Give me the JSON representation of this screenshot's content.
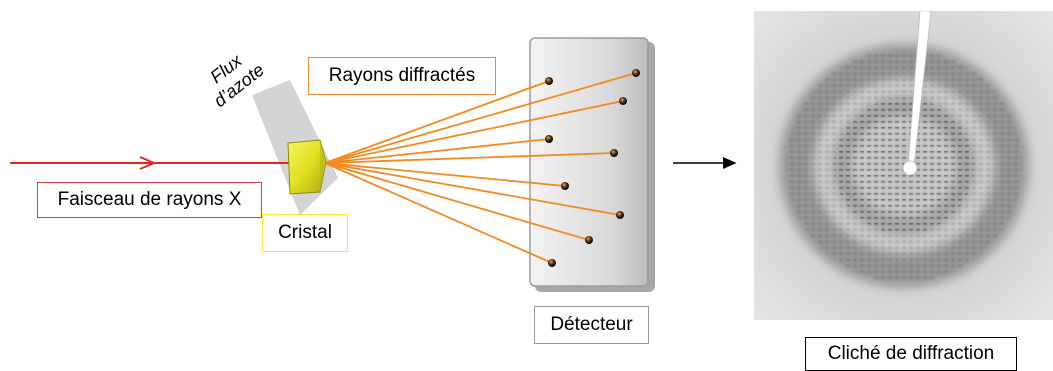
{
  "labels": {
    "rayons_diffractes": "Rayons diffractés",
    "faisceau": "Faisceau de rayons X",
    "cristal": "Cristal",
    "detecteur": "Détecteur",
    "cliche": "Cliché de diffraction",
    "flux_line1": "Flux",
    "flux_line2": "d’azote"
  },
  "colors": {
    "xray_beam": "#e8251c",
    "diffracted_rays": "#f28a20",
    "crystal": "#e6e62a",
    "detector": "#d9d9d9",
    "spot": "#1a1a1a",
    "nitrogen_flow": "#cfcfcf"
  }
}
